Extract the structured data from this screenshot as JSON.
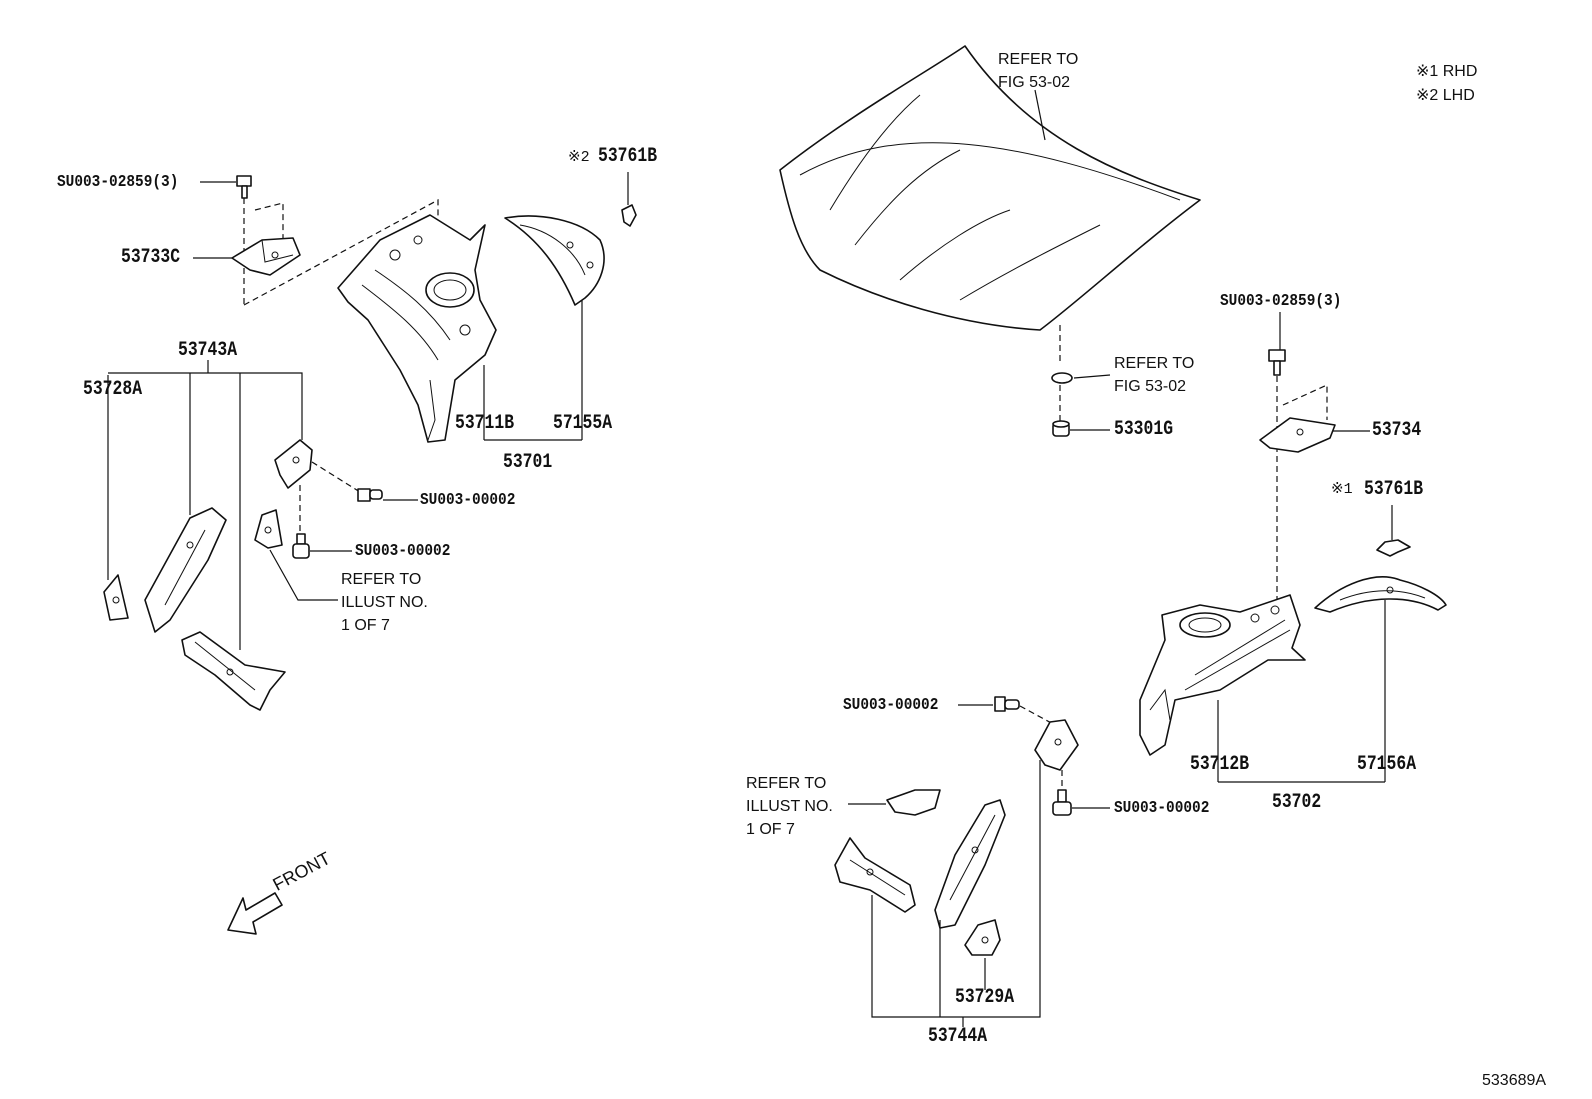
{
  "legend": {
    "rhd": "※1 RHD",
    "lhd": "※2 LHD"
  },
  "labels": {
    "refer_fig_top": "REFER TO\nFIG 53-02",
    "refer_fig_mid": "REFER TO\nFIG 53-02",
    "refer_illust_left": "REFER TO\nILLUST NO.\n1 OF 7",
    "refer_illust_right": "REFER TO\nILLUST NO.\n1 OF 7",
    "front": "FRONT",
    "diagram_code": "533689A"
  },
  "parts": {
    "su_02859_left": "SU003-02859(3)",
    "p53733c": "53733C",
    "p53761b_lhd_mark": "※2",
    "p53761b_lhd": "53761B",
    "p53743a": "53743A",
    "p53728a": "53728A",
    "p53711b": "53711B",
    "p57155a": "57155A",
    "p53701": "53701",
    "su_00002_l1": "SU003-00002",
    "su_00002_l2": "SU003-00002",
    "p53301g": "53301G",
    "su_02859_right": "SU003-02859(3)",
    "p53734": "53734",
    "p53761b_rhd_mark": "※1",
    "p53761b_rhd": "53761B",
    "su_00002_r1": "SU003-00002",
    "su_00002_r2": "SU003-00002",
    "p53712b": "53712B",
    "p57156a": "57156A",
    "p53702": "53702",
    "p53729a": "53729A",
    "p53744a": "53744A"
  }
}
